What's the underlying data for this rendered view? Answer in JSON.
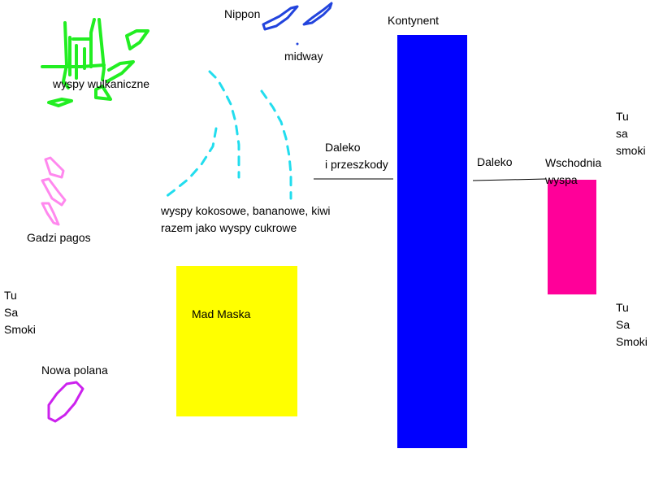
{
  "colors": {
    "volcanic": "#22ee22",
    "nippon": "#2244dd",
    "coconut": "#22ddee",
    "viper": "#ff88ee",
    "polana": "#cc22ee",
    "continent": "#0000ff",
    "east": "#ff0099",
    "mad": "#ffff00",
    "line": "#000000"
  },
  "labels": {
    "nippon": "Nippon",
    "midway": "midway",
    "volcanic": "wyspy wulkaniczne",
    "continent": "Kontynent",
    "far_left": "Daleko\ni przeszkody",
    "far_right": "Daleko",
    "east_island": "Wschodnia\nwyspa",
    "dragons_right_top": "Tu\nsa\nsmoki",
    "dragons_right_bottom": "Tu\nSa\nSmoki",
    "dragons_left": "Tu\nSa\nSmoki",
    "coconut": "wyspy kokosowe, bananowe, kiwi\nrazem jako wyspy cukrowe",
    "viper": "Gadzi pagos",
    "mad_mask": "Mad Maska",
    "new_polana": "Nowa polana"
  }
}
